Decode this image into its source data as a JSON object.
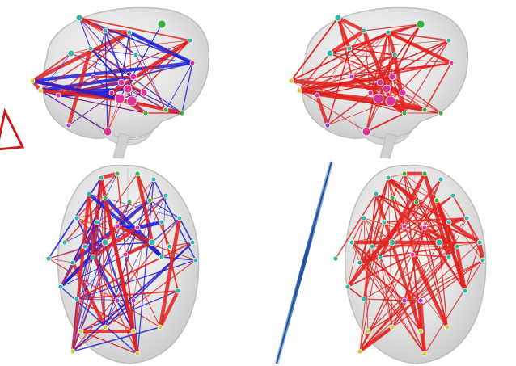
{
  "figure": {
    "panels": [
      {
        "id": "sagittal-left",
        "view": "sagittal",
        "edge_palette": "red-blue"
      },
      {
        "id": "sagittal-right",
        "view": "sagittal",
        "edge_palette": "red"
      },
      {
        "id": "axial-left",
        "view": "axial",
        "edge_palette": "red-blue"
      },
      {
        "id": "axial-right",
        "view": "axial",
        "edge_palette": "red"
      }
    ],
    "colors": {
      "positive_edge": "#e0211f",
      "negative_edge": "#1f1fd6",
      "node_magenta": "#d9339c",
      "node_teal": "#2fb8a8",
      "node_green": "#3cb043",
      "node_yellow": "#c8cf3a",
      "node_violet": "#9b3fd0",
      "brain_fill": "#e9e9e9",
      "marker_outline": "#c81d1d",
      "divider": "#1f4fa0"
    },
    "icons": [
      "warning-triangle-icon"
    ]
  }
}
